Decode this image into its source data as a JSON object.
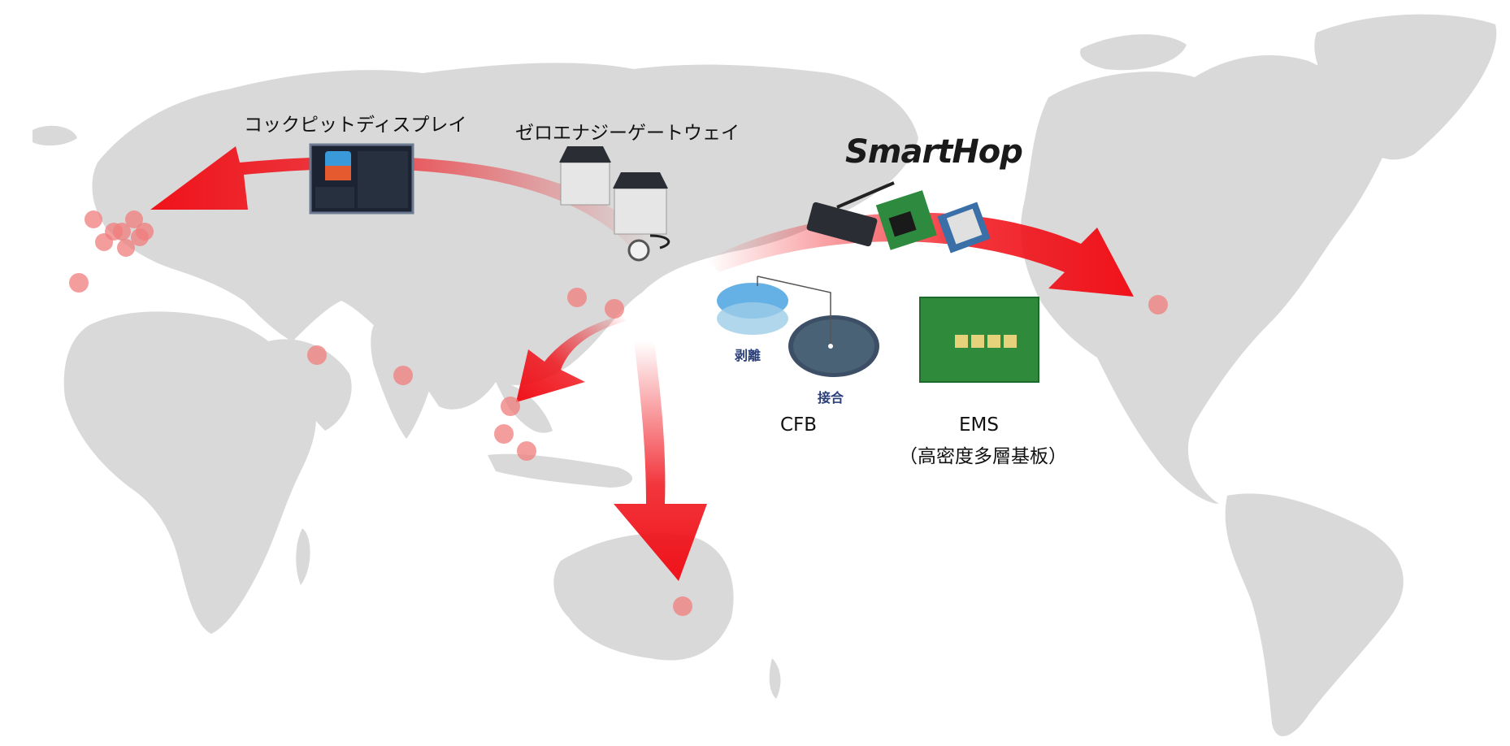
{
  "colors": {
    "land": "#d9d9d9",
    "arrow": "#f0121a",
    "location_dot": "#f07c7c",
    "label_text": "#111111",
    "cfb_caption": "#2a3e7a"
  },
  "labels": {
    "cockpit_display": "コックピットディスプレイ",
    "zero_energy_gateway": "ゼロエナジーゲートウェイ",
    "smarthop_logo": "SmartHop",
    "cfb_peel": "剥離",
    "cfb_join": "接合",
    "cfb": "CFB",
    "ems": "EMS",
    "ems_sub": "（高密度多層基板）"
  },
  "arrows": [
    {
      "from": "Japan",
      "to": "Europe"
    },
    {
      "from": "Japan",
      "to": "Southeast Asia"
    },
    {
      "from": "Japan",
      "to": "Australia"
    },
    {
      "from": "Japan",
      "to": "North America"
    }
  ],
  "locations": [
    "Europe-1",
    "Europe-2",
    "Europe-3",
    "Europe-4",
    "Europe-5",
    "Europe-6",
    "Europe-7",
    "Europe-8",
    "Iberia",
    "Middle East",
    "India",
    "China-1",
    "China-2",
    "Southeast Asia-1",
    "Southeast Asia-2",
    "Southeast Asia-3",
    "Australia",
    "North America"
  ],
  "product_images": [
    "cockpit-display",
    "gateway-device",
    "smarthop-modules",
    "cfb-wafer",
    "ems-board"
  ]
}
